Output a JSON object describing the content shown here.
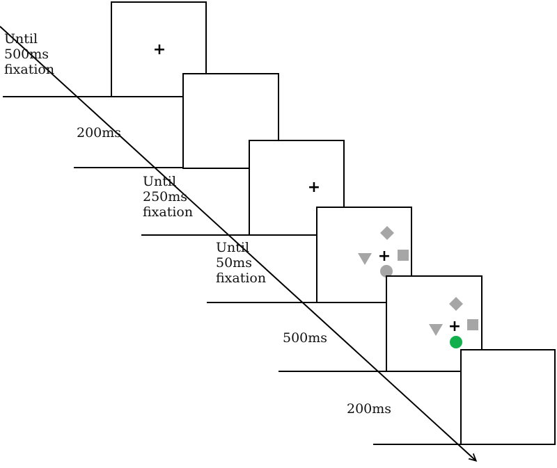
{
  "colors": {
    "line": "#000000",
    "frame_border": "#000000",
    "distractor": "#a6a6a6",
    "target": "#12b04c",
    "text": "#111111"
  },
  "fixation_symbol": "+",
  "timeline": {
    "arrow": "down-right",
    "labels": [
      {
        "id": "label-1",
        "lines": [
          "Until",
          "500ms",
          "fixation"
        ]
      },
      {
        "id": "label-2",
        "lines": [
          "200ms"
        ]
      },
      {
        "id": "label-3",
        "lines": [
          "Until",
          "250ms",
          "fixation"
        ]
      },
      {
        "id": "label-4",
        "lines": [
          "Until",
          "50ms",
          "fixation"
        ]
      },
      {
        "id": "label-5",
        "lines": [
          "500ms"
        ]
      },
      {
        "id": "label-6",
        "lines": [
          "200ms"
        ]
      }
    ],
    "frames": [
      {
        "name": "frame-1-fixation",
        "content": "fixation"
      },
      {
        "name": "frame-2-blank",
        "content": "blank"
      },
      {
        "name": "frame-3-fixation",
        "content": "fixation"
      },
      {
        "name": "frame-4-search-display",
        "content": "search",
        "shapes": [
          "diamond",
          "triangle",
          "square",
          "circle"
        ],
        "circle_color": "distractor"
      },
      {
        "name": "frame-5-search-display-target",
        "content": "search",
        "shapes": [
          "diamond",
          "triangle",
          "square",
          "circle"
        ],
        "circle_color": "target"
      },
      {
        "name": "frame-6-blank",
        "content": "blank"
      }
    ]
  }
}
